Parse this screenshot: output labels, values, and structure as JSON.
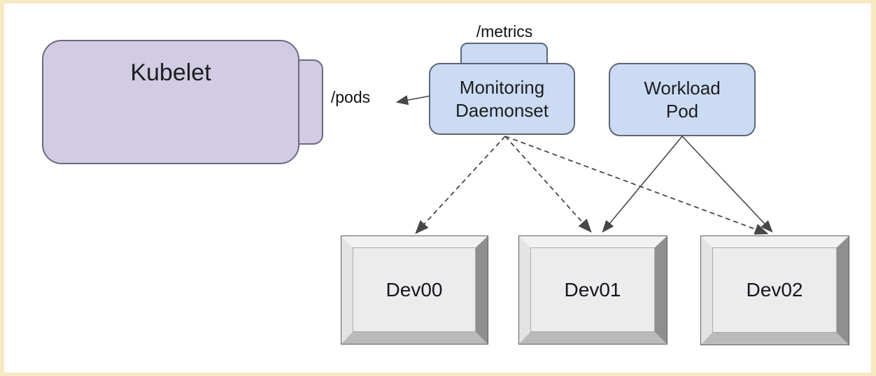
{
  "page": {
    "background": "#ffffff",
    "frame_color": "#f8e9c2"
  },
  "nodes": {
    "kubelet": {
      "label": "Kubelet"
    },
    "monitoring_daemonset": {
      "label": "Monitoring\nDaemonset"
    },
    "workload_pod": {
      "label": "Workload\nPod"
    },
    "devices": [
      {
        "label": "Dev00"
      },
      {
        "label": "Dev01"
      },
      {
        "label": "Dev02"
      }
    ]
  },
  "labels": {
    "metrics_endpoint": "/metrics",
    "pods_endpoint": "/pods"
  },
  "edges": [
    {
      "from": "monitoring-daemonset",
      "to": "pods-endpoint",
      "style": "solid-arrow-left"
    },
    {
      "from": "monitoring-daemonset",
      "to": "dev00",
      "style": "dashed"
    },
    {
      "from": "monitoring-daemonset",
      "to": "dev01",
      "style": "dashed"
    },
    {
      "from": "monitoring-daemonset",
      "to": "dev02",
      "style": "dashed"
    },
    {
      "from": "workload-pod",
      "to": "dev01",
      "style": "solid"
    },
    {
      "from": "workload-pod",
      "to": "dev02",
      "style": "solid"
    }
  ],
  "colors": {
    "kubelet_fill": "#d2cbe4",
    "pod_fill": "#cbdbf4",
    "node_stroke": "#63636f",
    "arrow": "#474747",
    "device_face": "#ececec",
    "device_bevel_dark": "#8f8f8f",
    "frame": "#f8e9c2"
  }
}
